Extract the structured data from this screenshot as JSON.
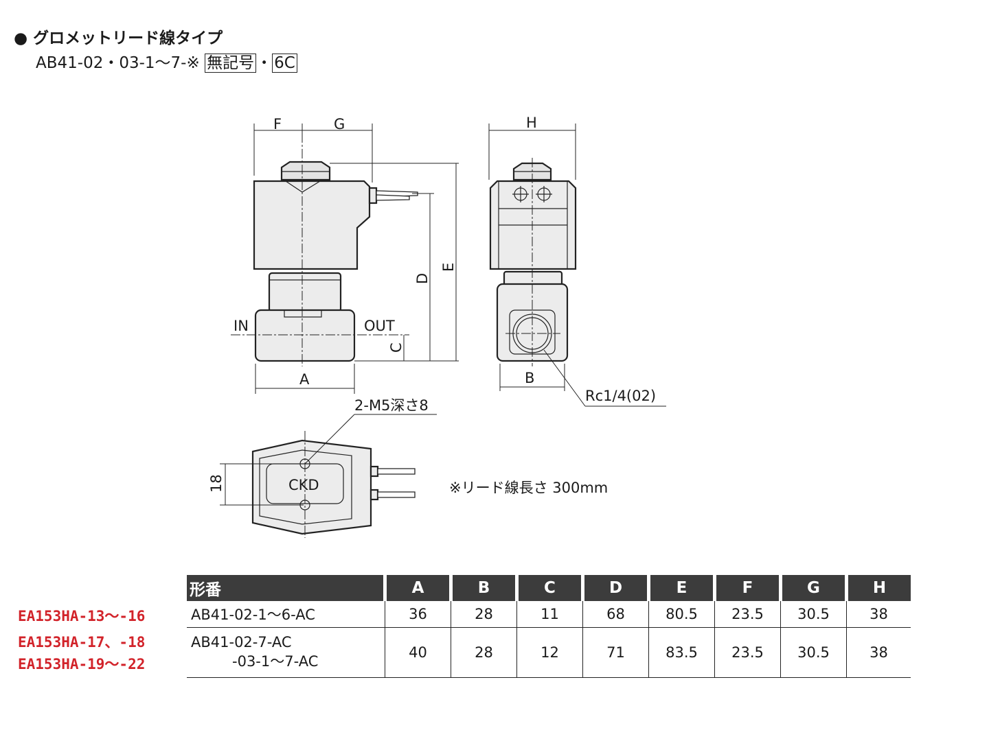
{
  "header": {
    "bullet": "●",
    "title": "グロメットリード線タイプ",
    "model_prefix": "AB41-02・03-1～7-※",
    "box1": "無記号",
    "sep": "・",
    "box2": "6C"
  },
  "drawing": {
    "dims": {
      "a": "A",
      "b": "B",
      "c": "C",
      "d": "D",
      "e": "E",
      "f": "F",
      "g": "G",
      "h": "H",
      "v18": "18"
    },
    "port_in": "IN",
    "port_out": "OUT",
    "port_thread": "Rc1/4(02)",
    "mount_hole": "2-M5深さ8",
    "brand": "CKD",
    "lead_note": "※リード線長さ 300mm"
  },
  "side_codes": [
    "EA153HA-13～-16",
    "EA153HA-17、-18",
    "EA153HA-19～-22"
  ],
  "table": {
    "headers": [
      "形番",
      "A",
      "B",
      "C",
      "D",
      "E",
      "F",
      "G",
      "H"
    ],
    "rows": [
      {
        "model_line1": "AB41-02-1～6-AC",
        "model_line2": "",
        "values": [
          "36",
          "28",
          "11",
          "68",
          "80.5",
          "23.5",
          "30.5",
          "38"
        ]
      },
      {
        "model_line1": "AB41-02-7-AC",
        "model_line2": "-03-1～7-AC",
        "values": [
          "40",
          "28",
          "12",
          "71",
          "83.5",
          "23.5",
          "30.5",
          "38"
        ]
      }
    ]
  }
}
